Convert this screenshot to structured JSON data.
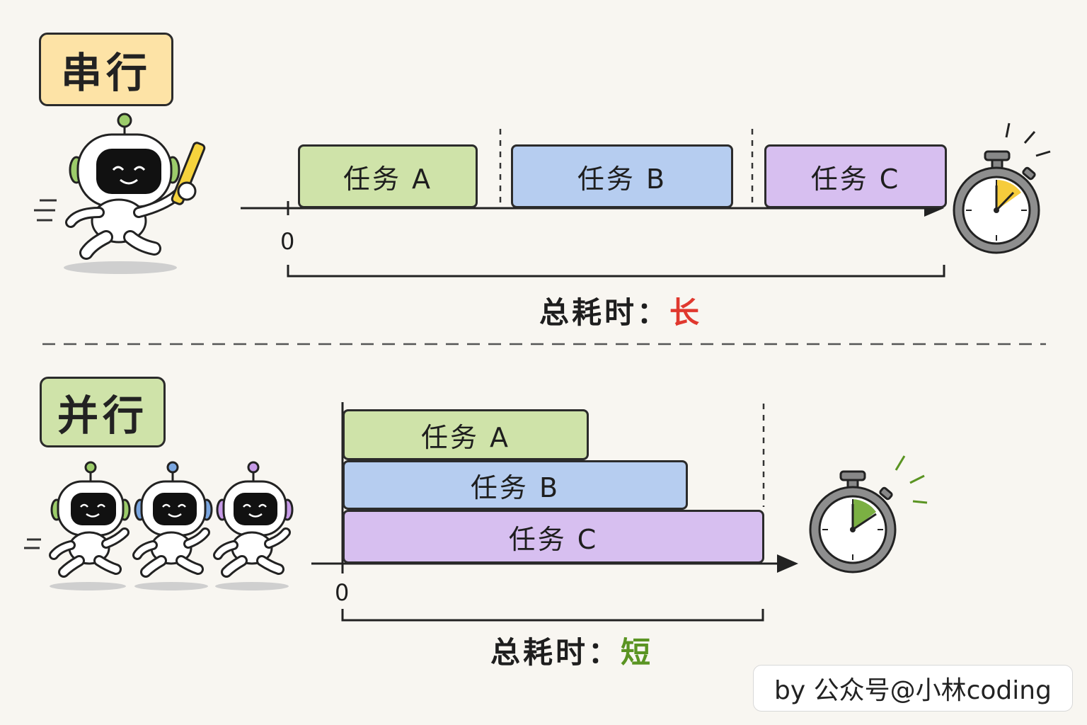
{
  "serial": {
    "title": "串行",
    "tasks": [
      {
        "label": "任务 A",
        "color": "#cfe3a9"
      },
      {
        "label": "任务 B",
        "color": "#b6cdf0"
      },
      {
        "label": "任务 C",
        "color": "#d7bff0"
      }
    ],
    "zero_label": "0",
    "total_label": "总耗时：",
    "total_value": "长",
    "total_value_color": "#e0382e",
    "icons": [
      "robot-runner-with-baton-icon",
      "stopwatch-yellow-icon"
    ]
  },
  "parallel": {
    "title": "并行",
    "tasks": [
      {
        "label": "任务 A",
        "color": "#cfe3a9"
      },
      {
        "label": "任务 B",
        "color": "#b6cdf0"
      },
      {
        "label": "任务 C",
        "color": "#d7bff0"
      }
    ],
    "zero_label": "0",
    "total_label": "总耗时：",
    "total_value": "短",
    "total_value_color": "#5a9422",
    "icons": [
      "robot-runner-green-icon",
      "robot-runner-blue-icon",
      "robot-runner-purple-icon",
      "stopwatch-green-icon"
    ]
  },
  "watermark": "by 公众号@小林coding"
}
